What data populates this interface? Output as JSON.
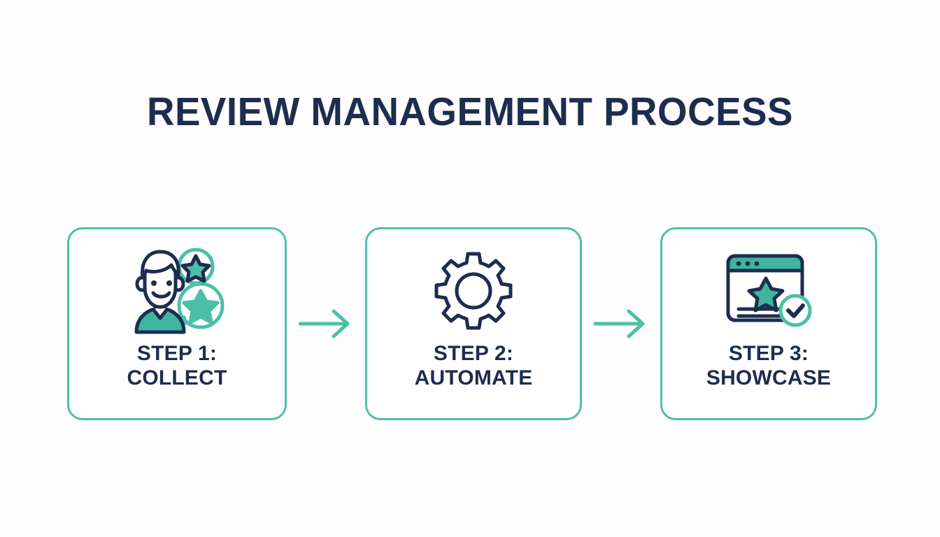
{
  "slide": {
    "title": "REVIEW MANAGEMENT PROCESS",
    "background_color": "#fdfdfd"
  },
  "theme": {
    "navy": "#1d2d4f",
    "teal": "#4cbfa9",
    "teal_dark": "#2f9e8c",
    "white": "#ffffff"
  },
  "steps": [
    {
      "icon": "person-review-bubbles-icon",
      "line1": "STEP 1:",
      "line2": "COLLECT"
    },
    {
      "icon": "gear-icon",
      "line1": "STEP 2:",
      "line2": "AUTOMATE"
    },
    {
      "icon": "browser-star-check-icon",
      "line1": "STEP 3:",
      "line2": "SHOWCASE"
    }
  ],
  "connectors": [
    {
      "name": "arrow-right-1",
      "direction": "right",
      "color": "#4cbfa9"
    },
    {
      "name": "arrow-right-2",
      "direction": "right",
      "color": "#4cbfa9"
    }
  ]
}
